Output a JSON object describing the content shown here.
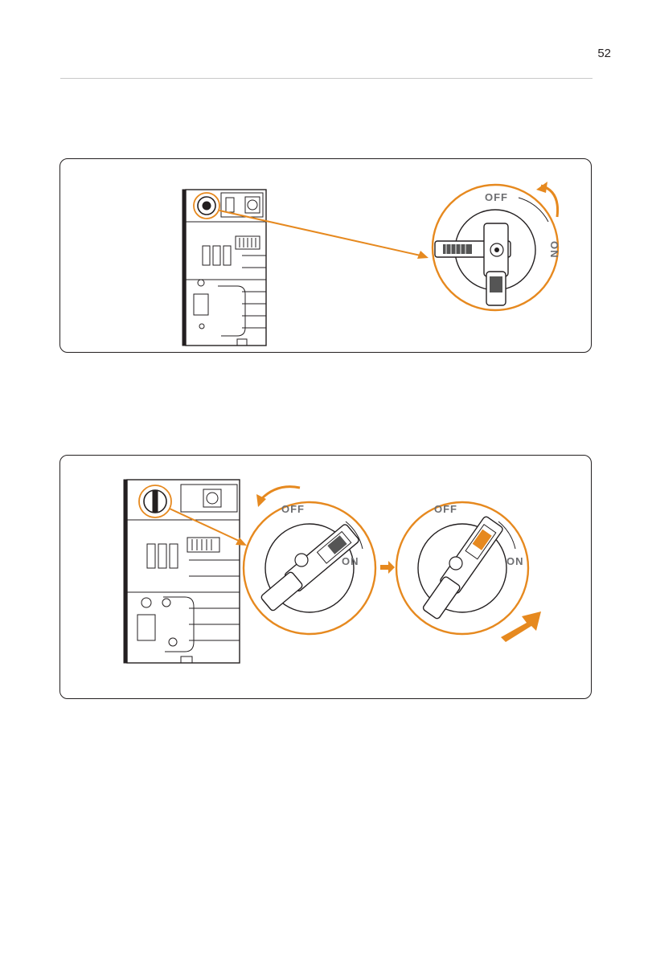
{
  "page": {
    "page_number": "52"
  },
  "figure1": {
    "off_label": "OFF",
    "on_label": "ON"
  },
  "figure2": {
    "switch_off_state": {
      "off_label": "OFF",
      "on_label": "ON"
    },
    "switch_on_state": {
      "off_label": "OFF",
      "on_label": "ON"
    }
  },
  "colors": {
    "accent_orange": "#e6891f",
    "line_art": "#231f20",
    "label_grey": "#6d6e71"
  }
}
